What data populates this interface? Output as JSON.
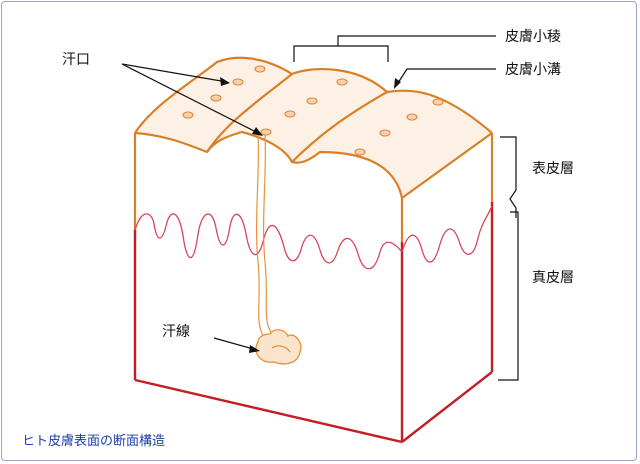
{
  "labels": {
    "sweat_pore": "汗口",
    "skin_ridge": "皮膚小稜",
    "skin_furrow": "皮膚小溝",
    "epidermis": "表皮層",
    "dermis": "真皮層",
    "sweat_gland": "汗線"
  },
  "caption": "ヒト皮膚表面の断面構造",
  "colors": {
    "epidermis_line": "#d98026",
    "dermis_line": "#c41e24",
    "papillae_line": "#d94657",
    "surface_fill": "#fdf1e6",
    "pore_fill": "#f7d0b0",
    "gland_fill": "#fbe4cc",
    "caption_text": "#1a3fae",
    "frame": "#9aa6c8"
  }
}
